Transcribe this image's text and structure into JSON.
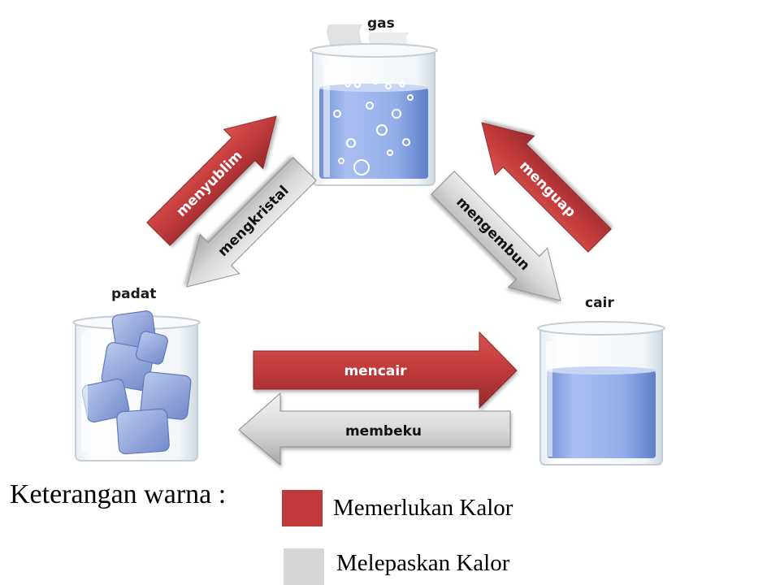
{
  "states": {
    "gas": "gas",
    "solid": "padat",
    "liquid": "cair"
  },
  "processes": {
    "sublimation": "menyublim",
    "deposition": "mengkristal",
    "evaporation": "menguap",
    "condensation": "mengembun",
    "melting": "mencair",
    "freezing": "membeku"
  },
  "legend": {
    "title": "Keterangan warna :",
    "items": [
      {
        "label": "Memerlukan Kalor",
        "color": "#c0393b"
      },
      {
        "label": "Melepaskan Kalor",
        "color": "#d6d6d6"
      }
    ]
  },
  "colors": {
    "absorb_heat": "#c0393b",
    "release_heat": "#d6d6d6",
    "water": "#7f9ee0"
  }
}
